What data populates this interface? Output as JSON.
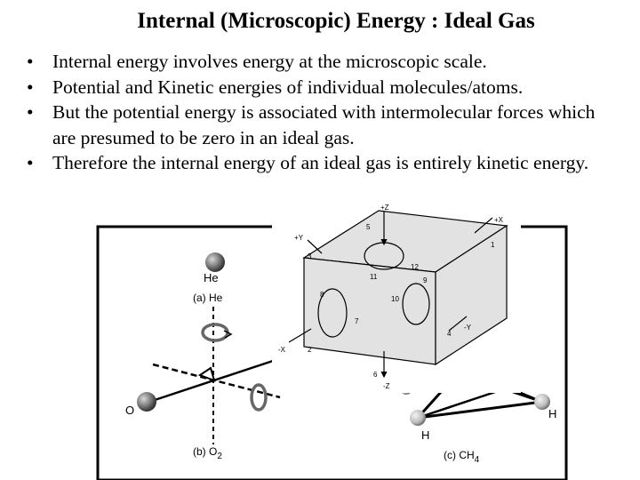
{
  "title": "Internal (Microscopic) Energy : Ideal Gas",
  "bullets": [
    "Internal energy involves energy at the microscopic scale.",
    "Potential and Kinetic energies of individual molecules/atoms.",
    "But the potential energy is associated with intermolecular forces which are presumed to be zero in an ideal gas.",
    "Therefore the internal energy of an ideal gas is entirely kinetic energy."
  ],
  "bullet_symbol": "•",
  "figure": {
    "panel_a": {
      "atom_label": "He",
      "caption": "(a) He"
    },
    "panel_b": {
      "atom_label": "O",
      "caption": "(b) O",
      "subscript": "2"
    },
    "panel_c": {
      "atom_label_1": "H",
      "atom_label_2": "H",
      "caption": "(c) CH",
      "subscript": "4"
    },
    "axes": {
      "pz": "+Z",
      "px": "+X",
      "py": "+Y",
      "nx": "-X",
      "ny": "-Y",
      "nz": "-Z"
    },
    "rotation_numbers": [
      "1",
      "2",
      "3",
      "4",
      "5",
      "6",
      "7",
      "8",
      "9",
      "10",
      "11",
      "12"
    ]
  }
}
